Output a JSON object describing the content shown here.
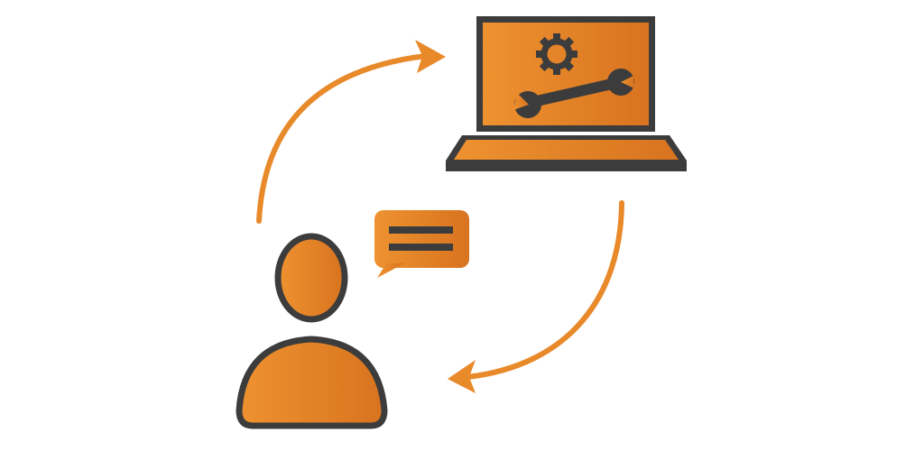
{
  "diagram": {
    "colors": {
      "orange": "#e8892a",
      "orange_dark": "#d4701f",
      "outline": "#3c3c3c",
      "background": "#ffffff"
    },
    "nodes": [
      {
        "id": "user",
        "icon": "person-icon"
      },
      {
        "id": "chat",
        "icon": "speech-bubble-icon"
      },
      {
        "id": "computer",
        "icon": "laptop-icon",
        "screen_icons": [
          "gear-icon",
          "wrench-icon"
        ]
      }
    ],
    "edges": [
      {
        "from": "user",
        "to": "computer",
        "icon": "arrow-up-right-icon"
      },
      {
        "from": "computer",
        "to": "user",
        "icon": "arrow-down-left-icon"
      }
    ]
  }
}
